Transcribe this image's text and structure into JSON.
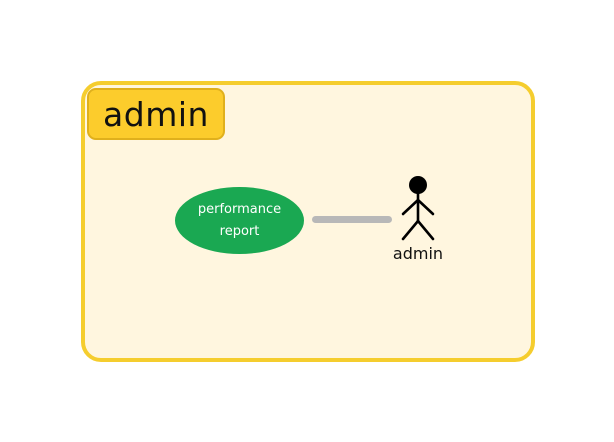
{
  "boundary": {
    "label": "admin",
    "border_color": "#f5cd2e",
    "fill_color": "#fff6df",
    "label_fill": "#fccc2c"
  },
  "use_case": {
    "line1": "performance",
    "line2": "report",
    "fill_color": "#1aa852"
  },
  "association": {
    "color": "#b8b8b8"
  },
  "actor": {
    "label": "admin",
    "icon": "stick-figure-actor-icon"
  }
}
